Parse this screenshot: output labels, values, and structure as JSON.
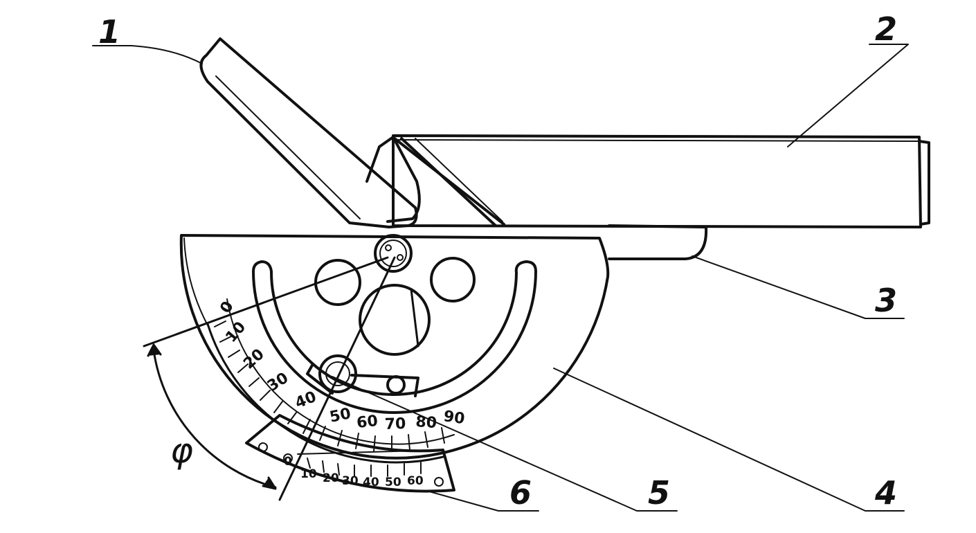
{
  "diagram": {
    "callouts": [
      "1",
      "2",
      "3",
      "4",
      "5",
      "6"
    ],
    "angle_symbol": "φ",
    "main_scale": [
      "0",
      "10",
      "20",
      "30",
      "40",
      "50",
      "60",
      "70",
      "80",
      "90"
    ],
    "vernier_scale": [
      "0",
      "10",
      "20",
      "30",
      "40",
      "50",
      "60"
    ]
  },
  "colors": {
    "ink": "#111111",
    "paper": "#ffffff"
  }
}
